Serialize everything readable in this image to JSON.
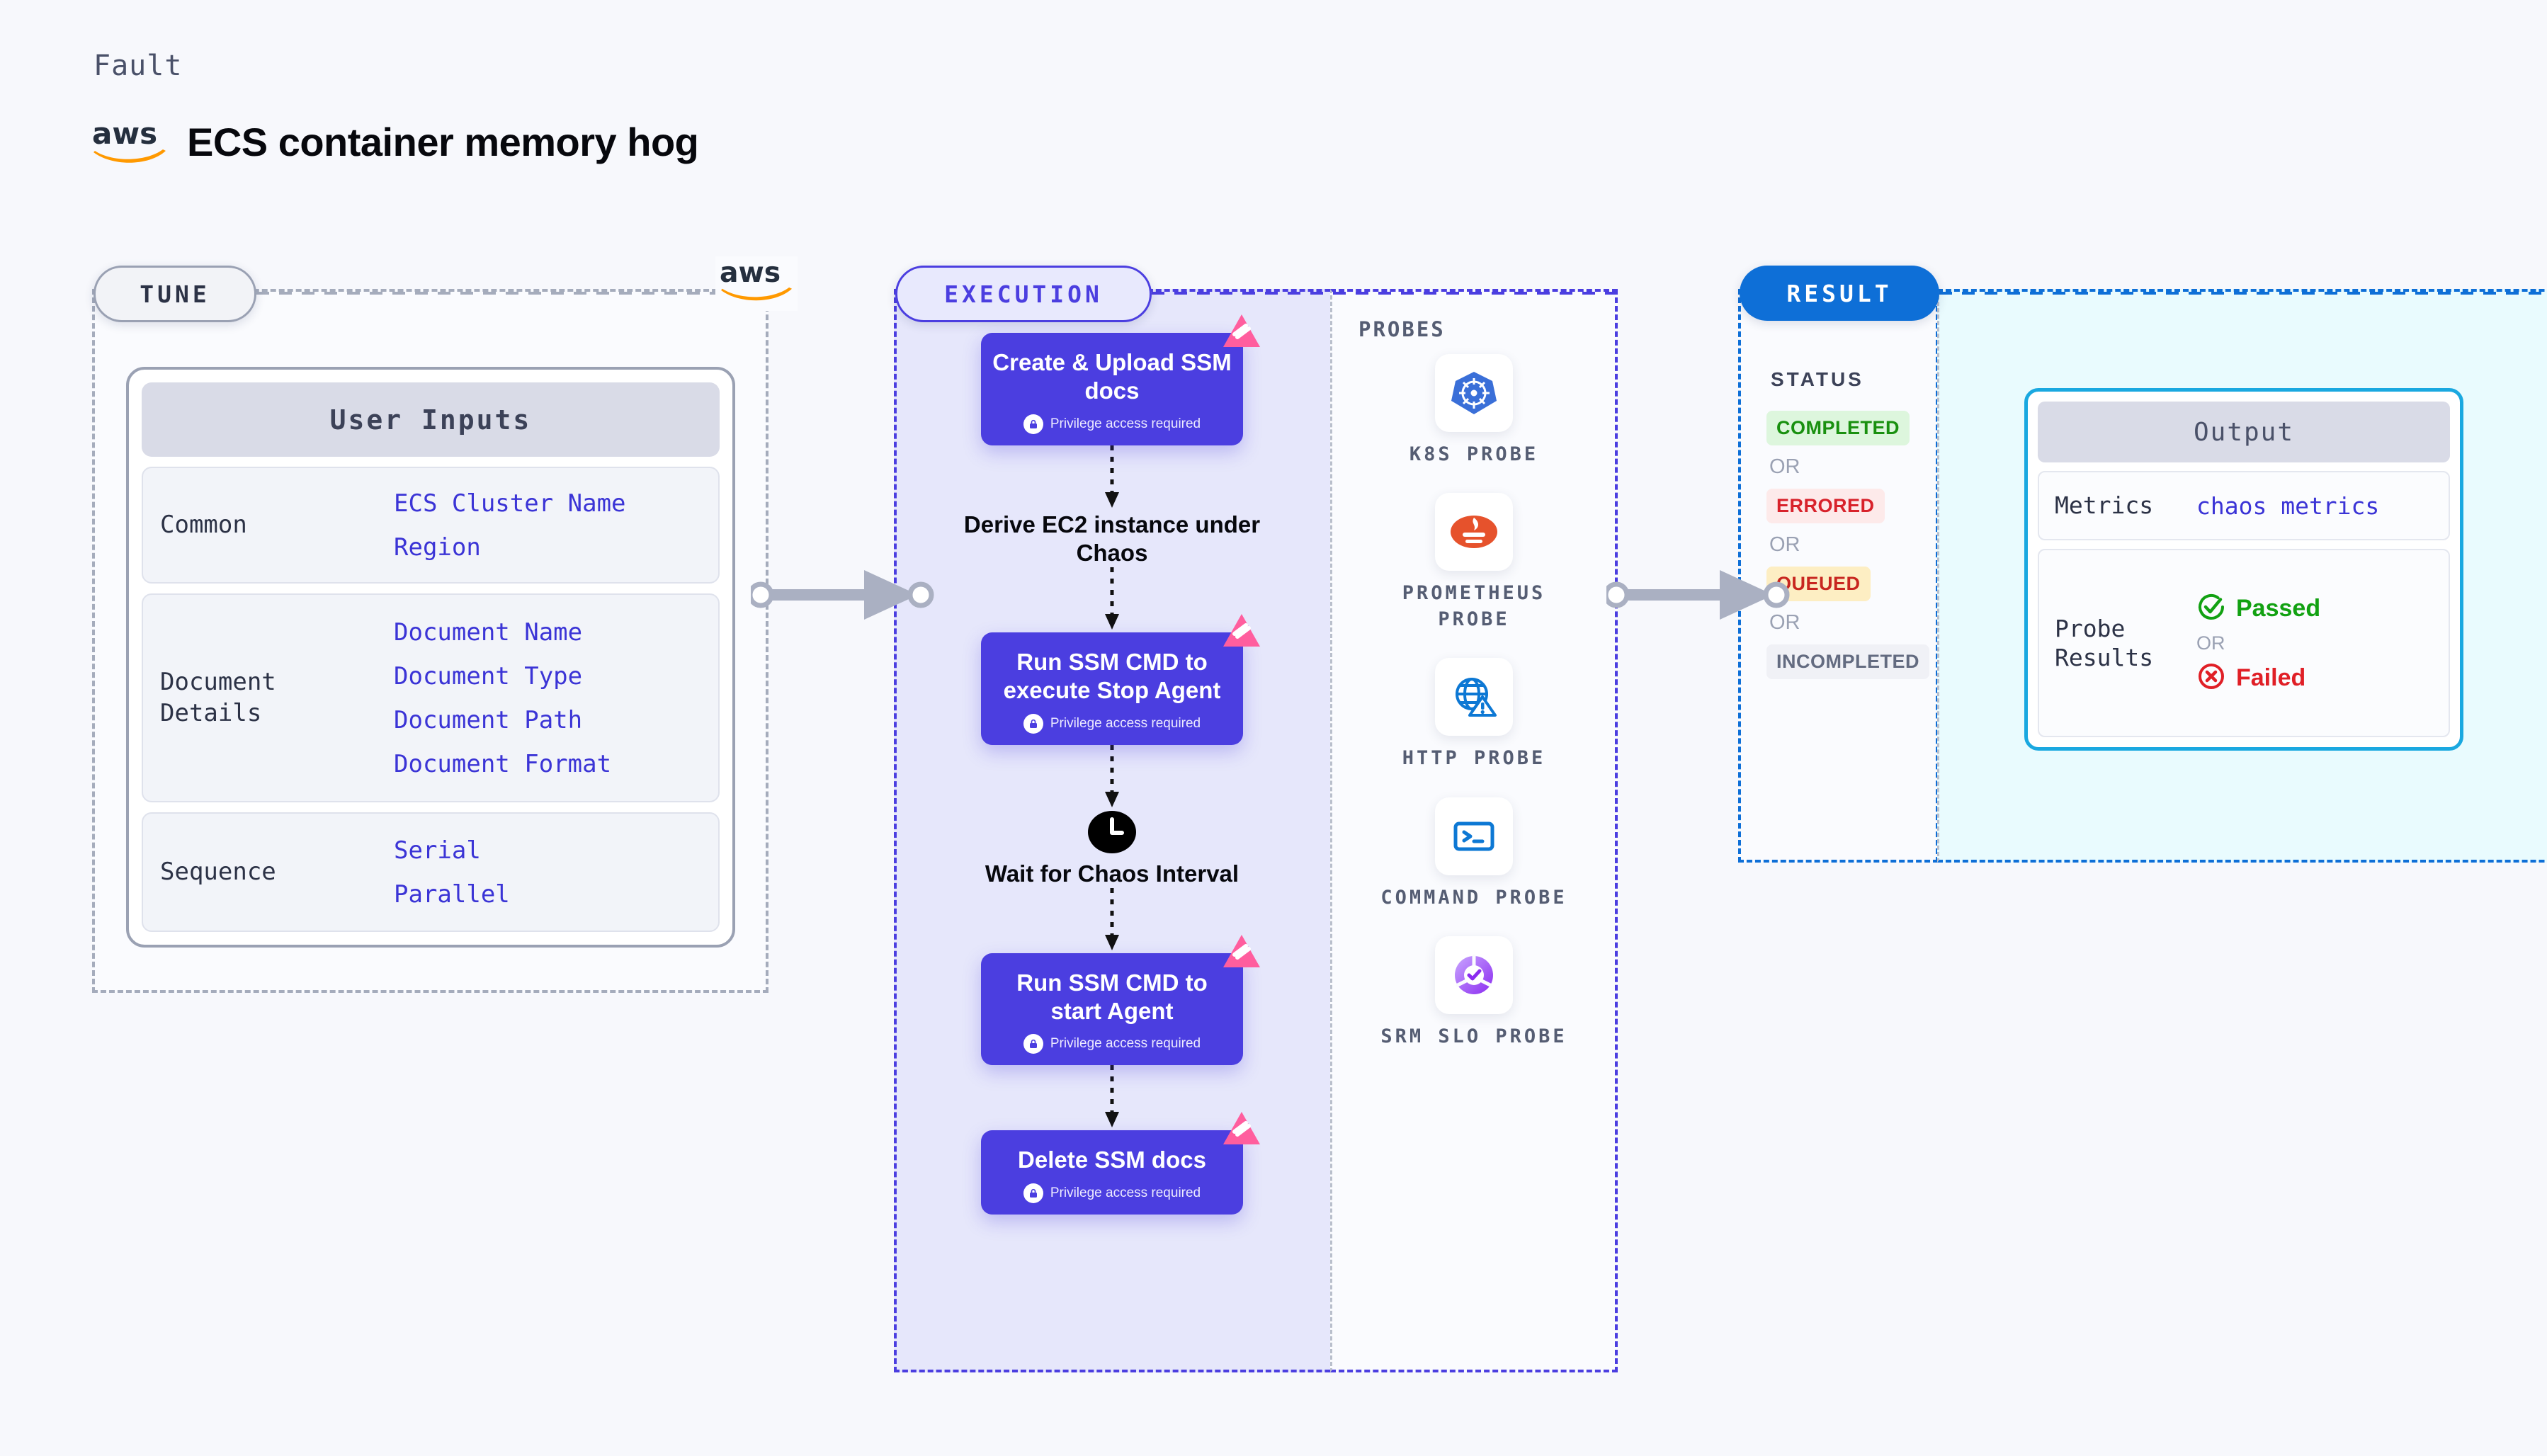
{
  "header": {
    "kicker": "Fault",
    "title": "ECS container memory hog",
    "provider_icon": "aws-logo-icon"
  },
  "stages": {
    "tune": {
      "pill": "TUNE",
      "provider_icon": "aws-logo-icon"
    },
    "execution": {
      "pill": "EXECUTION"
    },
    "result": {
      "pill": "RESULT"
    }
  },
  "tune": {
    "card_title": "User Inputs",
    "groups": [
      {
        "label": "Common",
        "values": [
          "ECS Cluster Name",
          "Region"
        ]
      },
      {
        "label": "Document\nDetails",
        "values": [
          "Document Name",
          "Document Type",
          "Document Path",
          "Document Format"
        ]
      },
      {
        "label": "Sequence",
        "values": [
          "Serial",
          "Parallel"
        ]
      }
    ]
  },
  "execution": {
    "privilege_note": "Privilege access required",
    "steps": [
      {
        "type": "action",
        "title": "Create & Upload SSM docs",
        "privilege": true,
        "badge_icon": "harness-chaos-icon"
      },
      {
        "type": "plain",
        "title": "Derive EC2 instance under Chaos",
        "privilege": false
      },
      {
        "type": "action",
        "title": "Run SSM CMD to execute Stop Agent",
        "privilege": true,
        "badge_icon": "harness-chaos-icon"
      },
      {
        "type": "plain",
        "title": "Wait for Chaos Interval",
        "privilege": false,
        "icon": "clock-icon"
      },
      {
        "type": "action",
        "title": "Run SSM CMD to start Agent",
        "privilege": true,
        "badge_icon": "harness-chaos-icon"
      },
      {
        "type": "action",
        "title": "Delete SSM docs",
        "privilege": true,
        "badge_icon": "harness-chaos-icon"
      }
    ]
  },
  "probes": {
    "title": "PROBES",
    "items": [
      {
        "label": "K8S PROBE",
        "icon": "kubernetes-icon"
      },
      {
        "label": "PROMETHEUS PROBE",
        "icon": "prometheus-icon"
      },
      {
        "label": "HTTP PROBE",
        "icon": "http-globe-warning-icon"
      },
      {
        "label": "COMMAND PROBE",
        "icon": "terminal-icon"
      },
      {
        "label": "SRM SLO PROBE",
        "icon": "srm-slo-icon"
      }
    ]
  },
  "result": {
    "status_title": "STATUS",
    "or_label": "OR",
    "statuses": [
      "COMPLETED",
      "ERRORED",
      "QUEUED",
      "INCOMPLETED"
    ],
    "output": {
      "card_title": "Output",
      "metrics_key": "Metrics",
      "metrics_value": "chaos metrics",
      "probe_key": "Probe\nResults",
      "passed_label": "Passed",
      "failed_label": "Failed",
      "or_label": "OR",
      "passed_icon": "check-circle-icon",
      "failed_icon": "x-circle-icon"
    }
  },
  "colors": {
    "accent_indigo": "#4b3ee0",
    "accent_blue": "#0e6fd7",
    "accent_cyan": "#1aa8e0",
    "badge_pink": "#ff5e9e",
    "aws_orange": "#ff9900",
    "status_completed": "#19900f",
    "status_errored": "#d8222b",
    "status_queued": "#c8261f",
    "status_incompleted": "#636b80"
  }
}
